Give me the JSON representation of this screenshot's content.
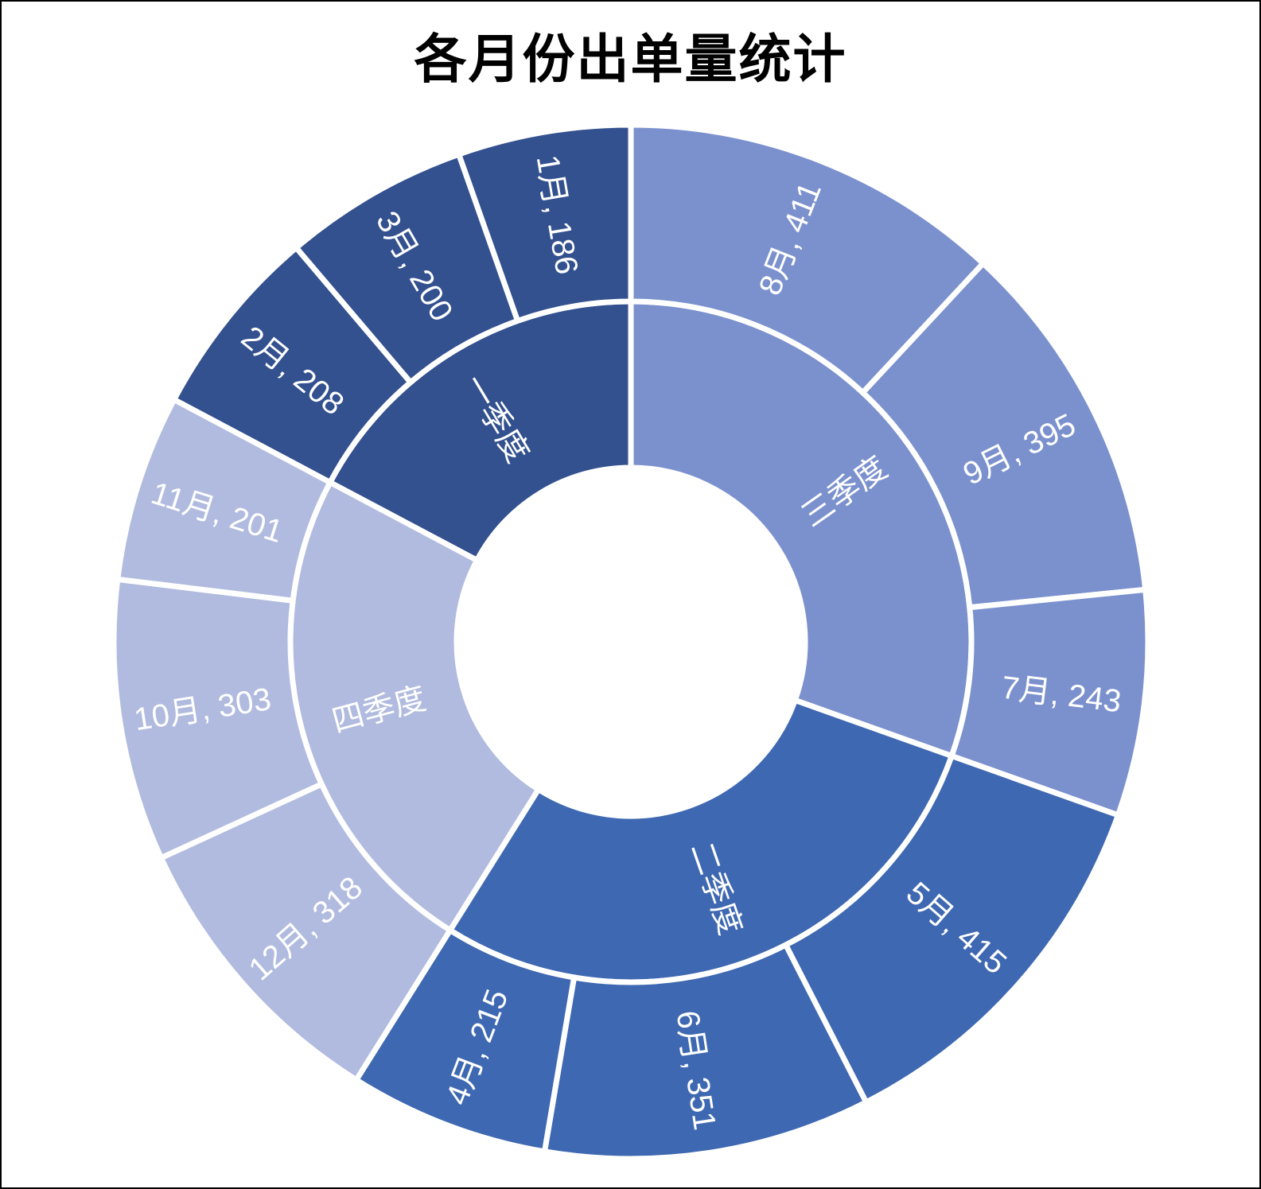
{
  "page": {
    "background_color": "#ffffff",
    "border_color": "#000000"
  },
  "chart_data": {
    "type": "sunburst",
    "title": "各月份出单量统计",
    "title_color": "#000000",
    "label_color": "#ffffff",
    "separator_color": "#ffffff",
    "direction": "clockwise",
    "start_angle_deg": 0,
    "inner_ring": "quarters",
    "outer_ring": "months",
    "month_label_format": "{name}, {value}",
    "total": 3446,
    "quarters": [
      {
        "id": "q3",
        "name": "三季度",
        "color": "#7B91CE",
        "total": 1049,
        "months": [
          {
            "id": "m8",
            "name": "8月",
            "value": 411
          },
          {
            "id": "m9",
            "name": "9月",
            "value": 395
          },
          {
            "id": "m7",
            "name": "7月",
            "value": 243
          }
        ]
      },
      {
        "id": "q2",
        "name": "二季度",
        "color": "#3E68B1",
        "total": 981,
        "months": [
          {
            "id": "m5",
            "name": "5月",
            "value": 415
          },
          {
            "id": "m6",
            "name": "6月",
            "value": 351
          },
          {
            "id": "m4",
            "name": "4月",
            "value": 215
          }
        ]
      },
      {
        "id": "q4",
        "name": "四季度",
        "color": "#B0BBDF",
        "total": 822,
        "months": [
          {
            "id": "m12",
            "name": "12月",
            "value": 318
          },
          {
            "id": "m10",
            "name": "10月",
            "value": 303
          },
          {
            "id": "m11",
            "name": "11月",
            "value": 201
          }
        ]
      },
      {
        "id": "q1",
        "name": "一季度",
        "color": "#33508F",
        "total": 594,
        "months": [
          {
            "id": "m2",
            "name": "2月",
            "value": 208
          },
          {
            "id": "m3",
            "name": "3月",
            "value": 200
          },
          {
            "id": "m1",
            "name": "1月",
            "value": 186
          }
        ]
      }
    ]
  }
}
